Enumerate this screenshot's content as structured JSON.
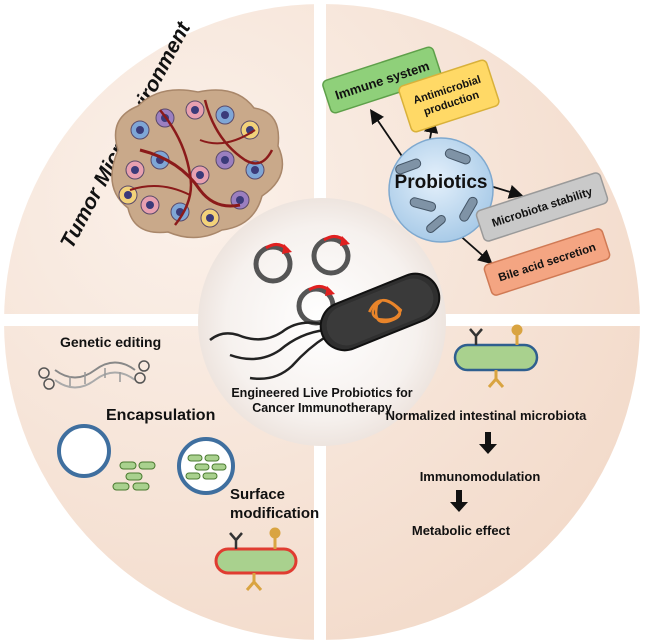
{
  "center": {
    "caption_line1": "Engineered Live Probiotics for",
    "caption_line2": "Cancer Immunotherapy"
  },
  "tumor": {
    "title": "Tumor Microenvironment"
  },
  "probiotics": {
    "label": "Probiotics",
    "boxes": [
      {
        "text_lines": [
          "Immune system"
        ],
        "fill": "#8fd07a",
        "stroke": "#5ea04a"
      },
      {
        "text_lines": [
          "Antimicrobial",
          "production"
        ],
        "fill": "#ffd966",
        "stroke": "#d9b13a"
      },
      {
        "text_lines": [
          "Microbiota stability"
        ],
        "fill": "#c9c9c9",
        "stroke": "#9a9a9a"
      },
      {
        "text_lines": [
          "Bile acid secretion"
        ],
        "fill": "#f4a582",
        "stroke": "#d07a55"
      }
    ]
  },
  "methods": {
    "genetic_editing": "Genetic editing",
    "encapsulation": "Encapsulation",
    "surface_line1": "Surface",
    "surface_line2": "modification"
  },
  "effects": {
    "steps": [
      "Normalized intestinal microbiota",
      "Immunomodulation",
      "Metabolic effect"
    ]
  },
  "colors": {
    "quadrant_fill": "#f7e2d3",
    "quadrant_fill_light": "#faf0e8",
    "bacterium_green": "#a9d18e",
    "bacterium_red": "#e03c31",
    "receptor_orange": "#d9a441",
    "circle_blue": "#3f6f9f"
  }
}
